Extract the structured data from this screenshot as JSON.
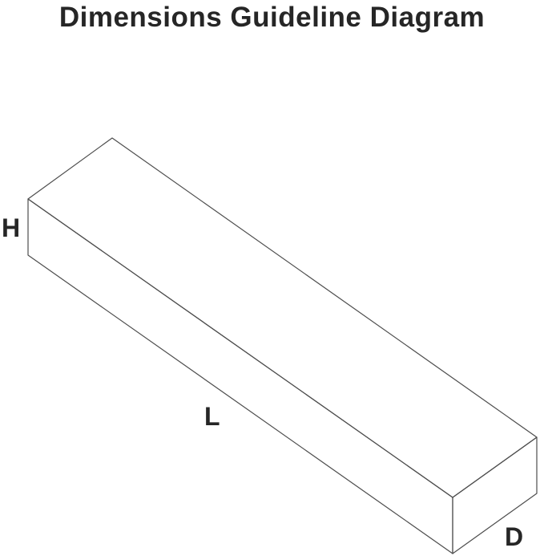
{
  "page": {
    "title": "Dimensions Guideline Diagram"
  },
  "diagram": {
    "type": "isometric-box",
    "description": "Long rectangular prism with dimension labels",
    "line_color": "#4d4d4d",
    "labels": {
      "height": "H",
      "length": "L",
      "depth": "D"
    }
  }
}
